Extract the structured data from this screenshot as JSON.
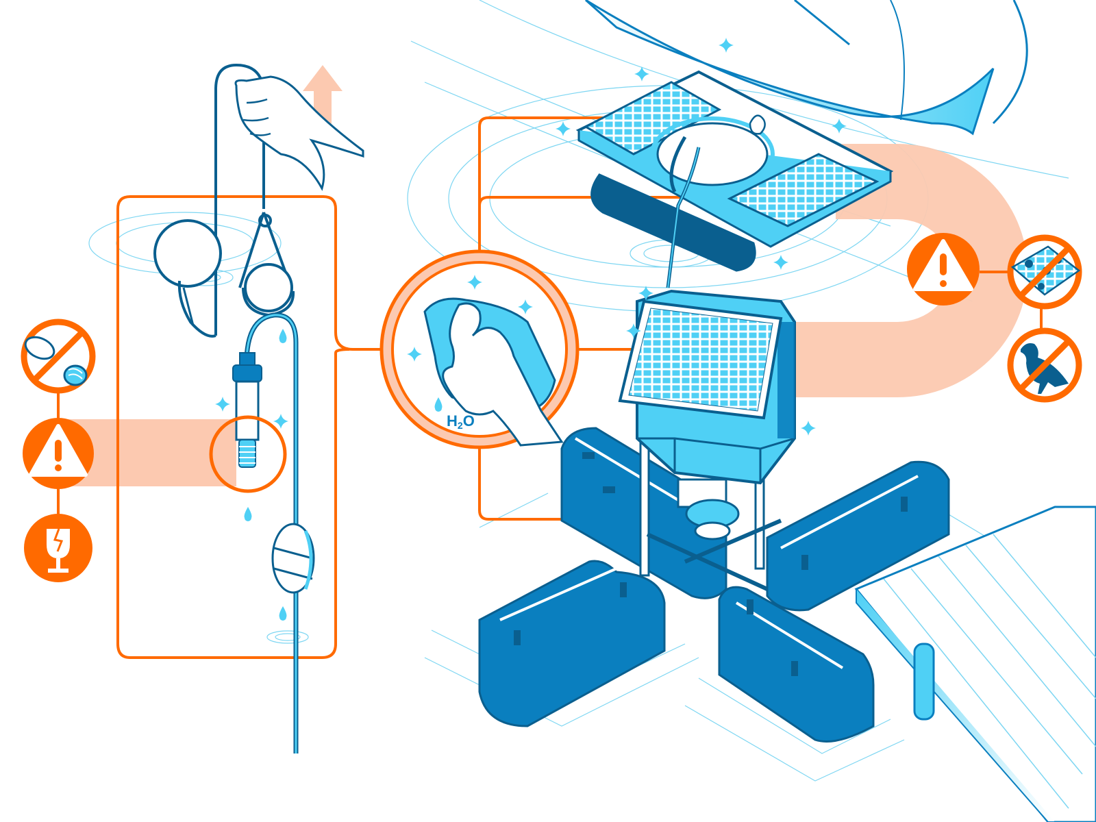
{
  "illustration": {
    "subject": "Floating solar-powered water monitoring buoy maintenance diagram",
    "colors": {
      "orange": "#ff6a00",
      "peach": "#fcc9b0",
      "navy": "#0a5f8f",
      "blue": "#0a7fbf",
      "sky": "#4fd0f5",
      "light": "#e6f7fd",
      "ripple": "#7dd6f2"
    }
  },
  "cleaning_callout": {
    "label": "H2O",
    "label_main": "H",
    "label_sub": "2",
    "label_end": "O",
    "icons": [
      "cloth-hand-icon",
      "water-drop-icon",
      "sparkle-icon"
    ]
  },
  "left_warnings": [
    {
      "id": "no-thread-contact",
      "icon": "prohibited-finger-threads-icon"
    },
    {
      "id": "warning",
      "icon": "warning-triangle-icon"
    },
    {
      "id": "fragile",
      "icon": "fragile-glass-icon"
    }
  ],
  "right_warnings": [
    {
      "id": "warning",
      "icon": "warning-triangle-icon"
    },
    {
      "id": "no-dirty-panel",
      "icon": "prohibited-dirty-solar-panel-icon"
    },
    {
      "id": "no-birds",
      "icon": "prohibited-bird-icon"
    }
  ],
  "components": [
    "sensor-retrieval-hand",
    "float-ball",
    "sensor-probe",
    "cable-clip",
    "small-solar-buoy",
    "main-solar-panel",
    "sensor-housing",
    "pontoon-floats",
    "dock"
  ]
}
